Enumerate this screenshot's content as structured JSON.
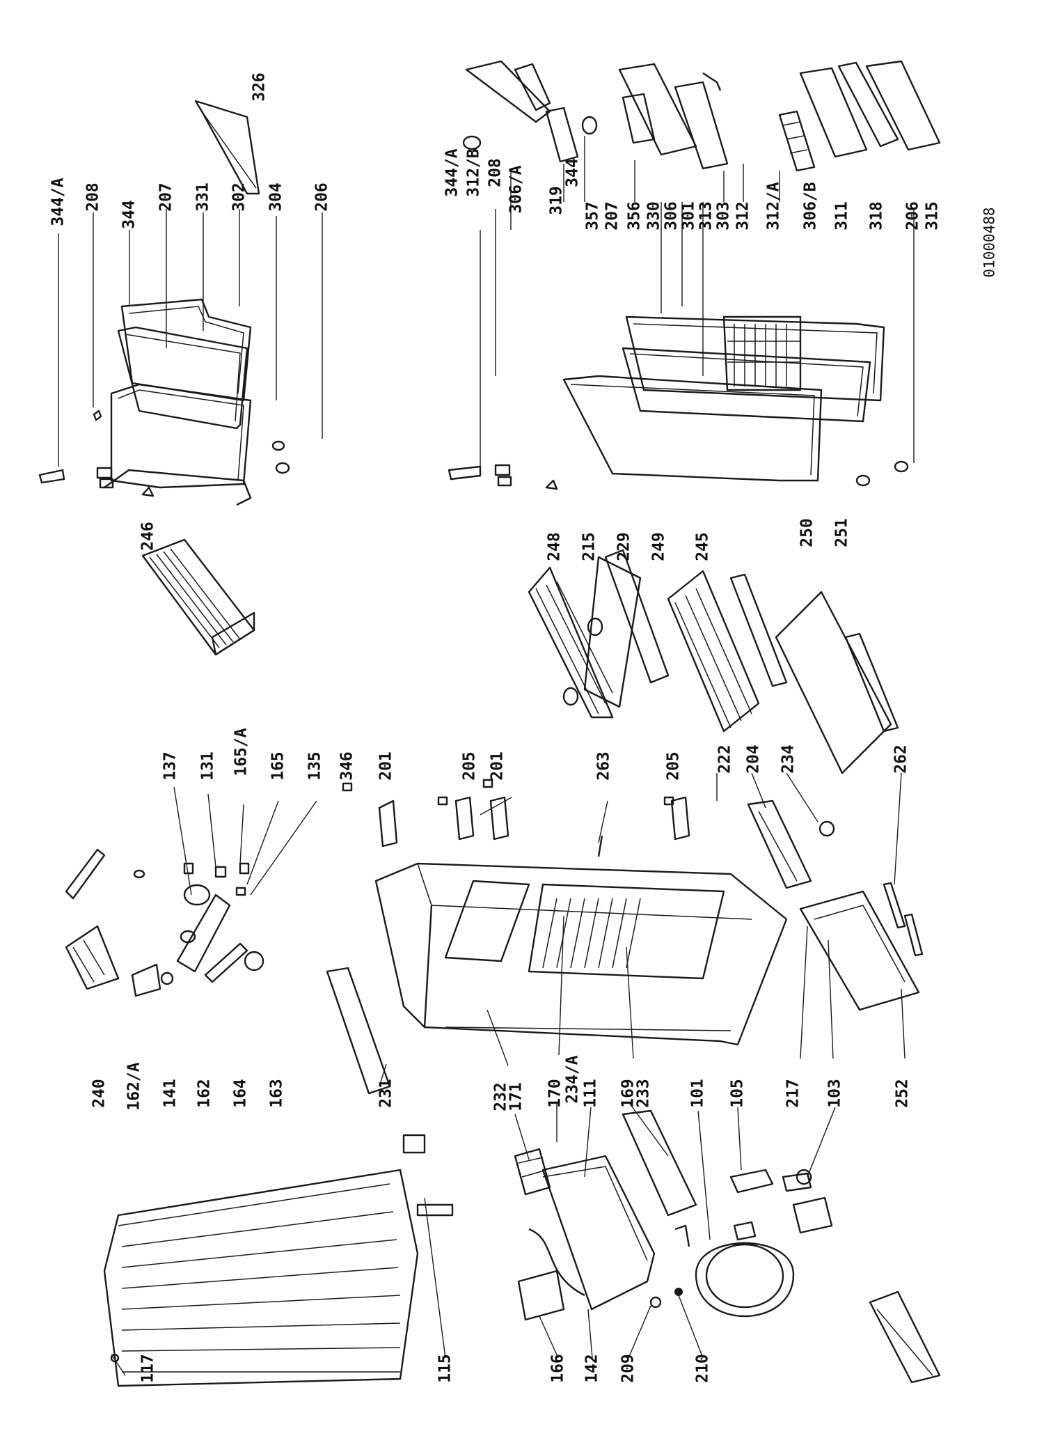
{
  "document_number": "01000488",
  "parts": {
    "p344a_top": "344/A",
    "p208_top": "208",
    "p344_top": "344",
    "p207_top": "207",
    "p331": "331",
    "p302": "302",
    "p304": "304",
    "p206_top": "206",
    "p326": "326",
    "p246": "246",
    "p137": "137",
    "p131": "131",
    "p165a": "165/A",
    "p165": "165",
    "p135": "135",
    "p240": "240",
    "p162a": "162/A",
    "p141": "141",
    "p162": "162",
    "p164": "164",
    "p163": "163",
    "p346": "346",
    "p201a": "201",
    "p205a": "205",
    "p201b": "201",
    "p263": "263",
    "p205b": "205",
    "p222": "222",
    "p204": "204",
    "p234": "234",
    "p262": "262",
    "p231": "231",
    "p232": "232",
    "p234a": "234/A",
    "p233": "233",
    "p217": "217",
    "p252": "252",
    "p248": "248",
    "p215": "215",
    "p229": "229",
    "p249": "249",
    "p245": "245",
    "p250": "250",
    "p251": "251",
    "p344a_r": "344/A",
    "p312b": "312/B",
    "p208_r": "208",
    "p306a": "306/A",
    "p319": "319",
    "p344_r": "344",
    "p357": "357",
    "p207_r": "207",
    "p356": "356",
    "p330": "330",
    "p306": "306",
    "p301": "301",
    "p313": "313",
    "p303": "303",
    "p312": "312",
    "p312a": "312/A",
    "p306b": "306/B",
    "p311": "311",
    "p318": "318",
    "p206_r": "206",
    "p315": "315",
    "p117": "117",
    "p115": "115",
    "p166": "166",
    "p142": "142",
    "p209": "209",
    "p210": "210",
    "p171": "171",
    "p170": "170",
    "p111": "111",
    "p169": "169",
    "p101": "101",
    "p105": "105",
    "p103": "103"
  }
}
